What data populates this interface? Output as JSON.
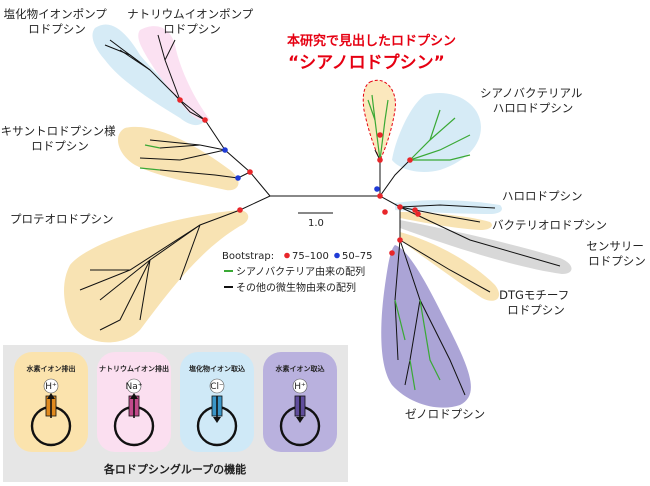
{
  "labels": {
    "chloride_pump": [
      "塩化物イオンポンプ",
      "ロドプシン"
    ],
    "sodium_pump": [
      "ナトリウムイオンポンプ",
      "ロドプシン"
    ],
    "xanthorhodopsin": [
      "キサントロドプシン様",
      "ロドプシン"
    ],
    "proteorhodopsin": "プロテオロドプシン",
    "cyano_halorhodopsin": [
      "シアノバクテリアル",
      "ハロロドプシン"
    ],
    "halorhodopsin": "ハロロドプシン",
    "bacteriorhodopsin": "バクテリオロドプシン",
    "sensory": [
      "センサリー",
      "ロドプシン"
    ],
    "dtg": [
      "DTGモチーフ",
      "ロドプシン"
    ],
    "xenorhodopsin": "ゼノロドプシン"
  },
  "highlight": {
    "subtitle": "本研究で見出したロドプシン",
    "title": "“シアノロドプシン”"
  },
  "scale_bar": "1.0",
  "legend": {
    "bootstrap_label": "Bootstrap:",
    "high_range": "75–100",
    "mid_range": "50–75",
    "cyano_line": "シアノバクテリア由来の配列",
    "other_line": "その他の微生物由来の配列",
    "high_color": "#e8262a",
    "mid_color": "#1f3bd6",
    "cyano_color": "#3aa935",
    "other_color": "#111111"
  },
  "functions_panel": {
    "caption": "各ロドプシングループの機能",
    "cards": [
      {
        "title": "水素イオン排出",
        "ion": "H⁺",
        "bg": "#fbe3ad",
        "channel": "#e08a1e"
      },
      {
        "title": "ナトリウムイオン排出",
        "ion": "Na⁺",
        "bg": "#fbdff0",
        "channel": "#c24a8b"
      },
      {
        "title": "塩化物イオン取込",
        "ion": "Cl⁻",
        "bg": "#cfe9f7",
        "channel": "#3a96c8"
      },
      {
        "title": "水素イオン取込",
        "ion": "H⁺",
        "bg": "#b9b1de",
        "channel": "#5f4c9c"
      }
    ]
  }
}
